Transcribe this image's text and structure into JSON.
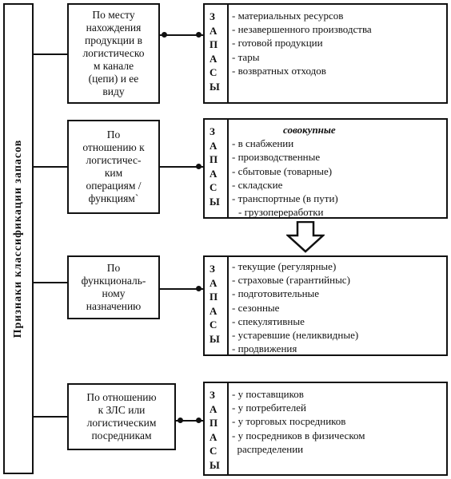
{
  "side_label": "Признаки классификации запасов",
  "zapasy_letters": [
    "З",
    "А",
    "П",
    "А",
    "С",
    "Ы"
  ],
  "groups": [
    {
      "criterion_lines": [
        "По месту",
        "нахождения",
        "продукции в",
        "логистическо",
        "м канале",
        "(цепи) и ее",
        "виду"
      ],
      "items": [
        "- материальных ресурсов",
        "- незавершенного  производства",
        "- готовой продукции",
        "- тары",
        "- возвратных отходов"
      ]
    },
    {
      "criterion_lines": [
        "По",
        "отношению к",
        "логистичес-",
        "ким",
        "операциям /",
        "функциям`"
      ],
      "heading": "совокупные",
      "items": [
        "- в снабжении",
        "- производственные",
        "- сбытовые (товарные)",
        "- складские",
        "- транспортные (в пути)",
        "- грузопереработки"
      ]
    },
    {
      "criterion_lines": [
        "По",
        "функциональ-",
        "ному",
        "назначению"
      ],
      "items": [
        "- текущие (регулярные)",
        "- страховые (гарантийныс)",
        "- подготовительные",
        "- сезонные",
        "- спекулятивные",
        "- устаревшие (неликвидные)",
        "- продвижения"
      ]
    },
    {
      "criterion_lines": [
        "По отношению",
        "к ЗЛС или",
        "логистическим",
        "посредникам"
      ],
      "items": [
        "- у поставщиков",
        "- у потребителей",
        "- у торговых посредников",
        "- у посредников в физическом",
        "  распределении"
      ]
    }
  ]
}
